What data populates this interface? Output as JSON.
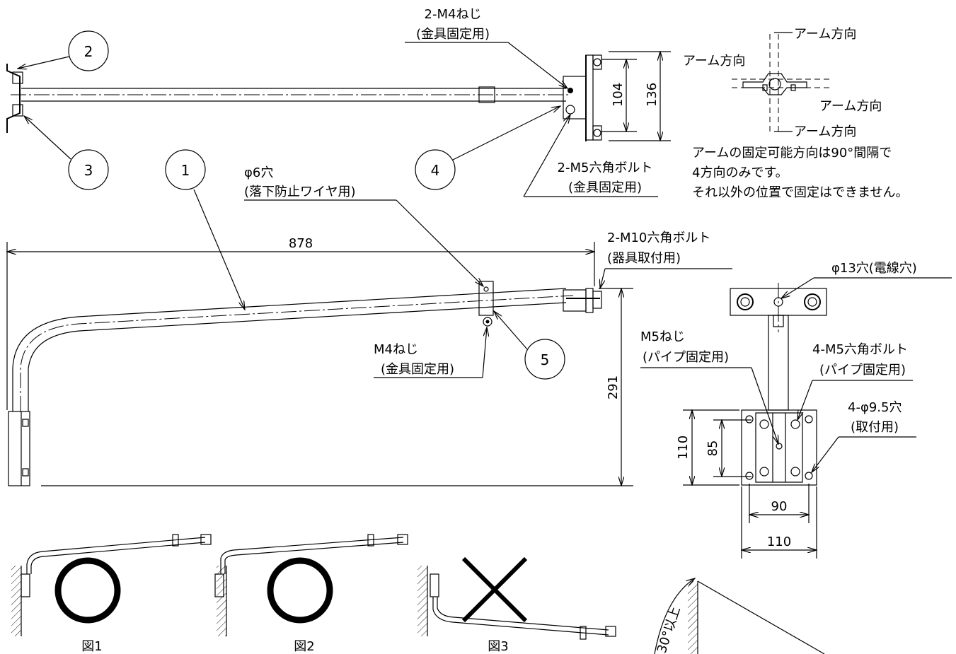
{
  "callouts": {
    "c1": "1",
    "c2": "2",
    "c3": "3",
    "c4": "4",
    "c5": "5"
  },
  "top_view": {
    "m4_screw_label": "2-M4ねじ",
    "m4_screw_purpose": "(金具固定用)",
    "m5_bolt_label": "2-M5六角ボルト",
    "m5_bolt_purpose": "(金具固定用)",
    "dim_104": "104",
    "dim_136": "136"
  },
  "arm_direction": {
    "label": "アーム方向",
    "note_line1": "アームの固定可能方向は90°間隔で",
    "note_line2": "4方向のみです。",
    "note_line3": "それ以外の位置で固定はできません。"
  },
  "side_view": {
    "hole6_label": "φ6穴",
    "hole6_purpose": "(落下防止ワイヤ用)",
    "dim_878": "878",
    "m10_label": "2-M10六角ボルト",
    "m10_purpose": "(器具取付用)",
    "m4_label": "M4ねじ",
    "m4_purpose": "(金具固定用)",
    "dim_291": "291"
  },
  "front_view": {
    "hole13_label": "φ13穴(電線穴)",
    "m5_screw_label": "M5ねじ",
    "m5_screw_purpose": "(パイプ固定用)",
    "m5_bolts_label": "4-M5六角ボルト",
    "m5_bolts_purpose": "(パイプ固定用)",
    "holes95_label": "4-φ9.5穴",
    "holes95_purpose": "(取付用)",
    "dim_110_h": "110",
    "dim_85": "85",
    "dim_90": "90",
    "dim_110_w": "110"
  },
  "figures": {
    "fig1": "図1",
    "fig2": "図2",
    "fig3": "図3",
    "angle_label": "30°以上"
  }
}
